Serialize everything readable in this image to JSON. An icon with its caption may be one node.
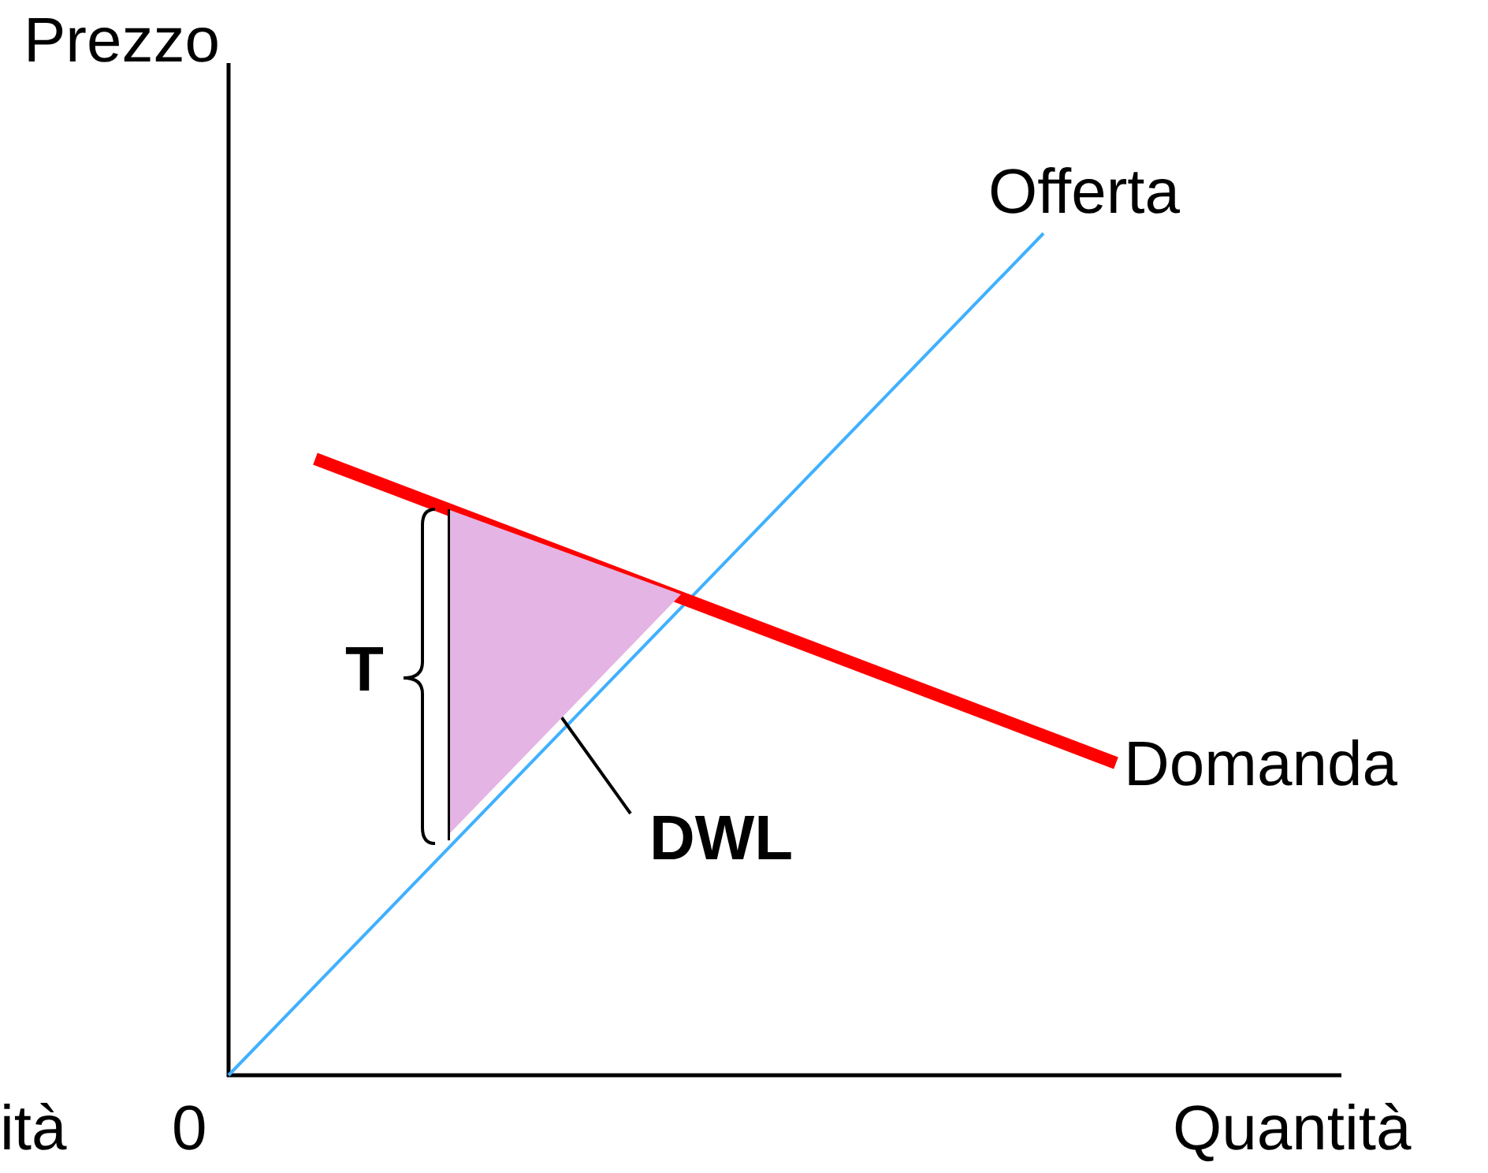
{
  "diagram": {
    "nodes": [
      {
        "text": [
          "DWL"
        ]
      },
      {
        "text": [],
        "shape": "triangle"
      }
    ],
    "edges": [
      {
        "from": 0,
        "to": 1,
        "arrow": "none"
      }
    ],
    "labels": [
      "Prezzo",
      "Offerta",
      "T",
      "Domanda",
      "ità",
      "0",
      "Quantità"
    ]
  }
}
